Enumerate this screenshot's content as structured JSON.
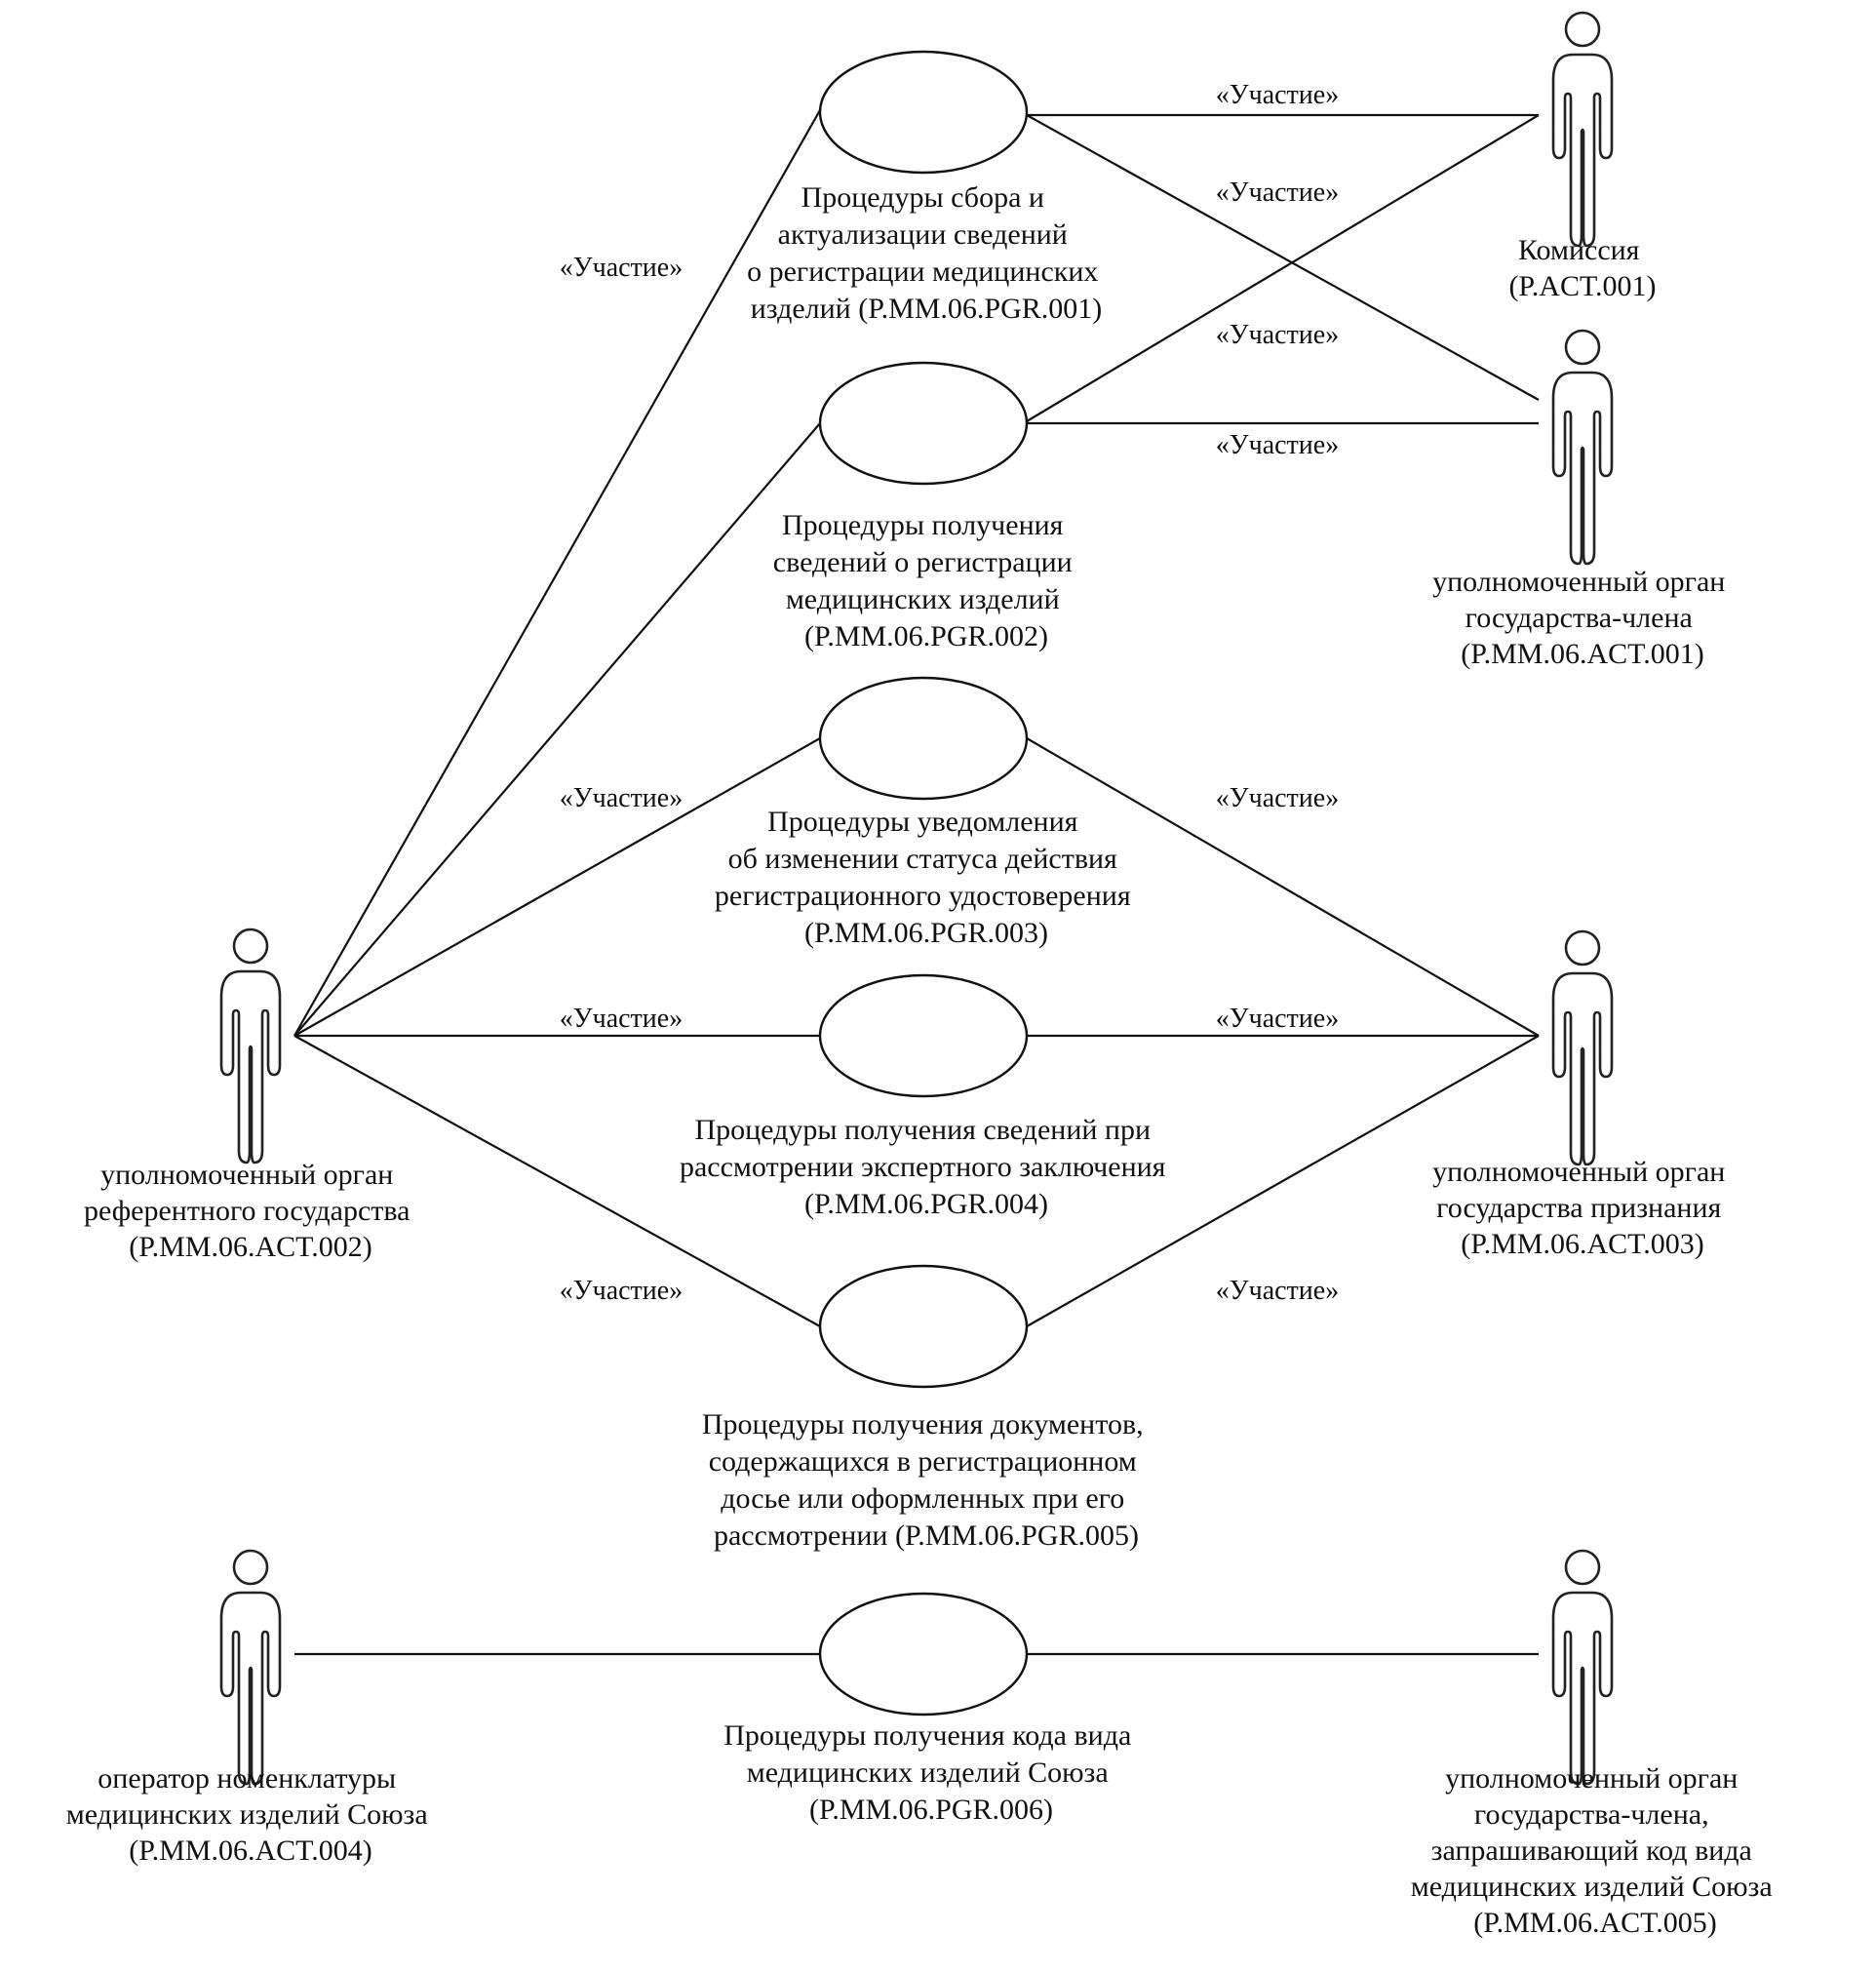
{
  "diagram": {
    "type": "uml-use-case",
    "stereotype": "«Участие»",
    "use_cases": [
      {
        "id": "uc1",
        "lines": [
          "Процедуры сбора и",
          "актуализации сведений",
          "о регистрации медицинских",
          "изделий (P.MM.06.PGR.001)"
        ]
      },
      {
        "id": "uc2",
        "lines": [
          "Процедуры получения",
          "сведений о регистрации",
          "медицинских изделий",
          "(P.MM.06.PGR.002)"
        ]
      },
      {
        "id": "uc3",
        "lines": [
          "Процедуры уведомления",
          "об изменении статуса действия",
          "регистрационного удостоверения",
          "(P.MM.06.PGR.003)"
        ]
      },
      {
        "id": "uc4",
        "lines": [
          "Процедуры получения сведений при",
          "рассмотрении экспертного заключения",
          "(P.MM.06.PGR.004)"
        ]
      },
      {
        "id": "uc5",
        "lines": [
          "Процедуры получения документов,",
          "содержащихся в регистрационном",
          "досье или оформленных при его",
          "рассмотрении (P.MM.06.PGR.005)"
        ]
      },
      {
        "id": "uc6",
        "lines": [
          "Процедуры получения кода вида",
          "медицинских изделий Союза",
          "(P.MM.06.PGR.006)"
        ]
      }
    ],
    "actors": [
      {
        "id": "a1",
        "lines": [
          "Комиссия",
          "(P.ACT.001)"
        ]
      },
      {
        "id": "a2",
        "lines": [
          "уполномоченный орган",
          "государства-члена",
          "(P.MM.06.ACT.001)"
        ]
      },
      {
        "id": "a3",
        "lines": [
          "уполномоченный орган",
          "референтного государства",
          "(P.MM.06.ACT.002)"
        ]
      },
      {
        "id": "a4",
        "lines": [
          "уполномоченный орган",
          "государства признания",
          "(P.MM.06.ACT.003)"
        ]
      },
      {
        "id": "a5",
        "lines": [
          "оператор номенклатуры",
          "медицинских изделий Союза",
          "(P.MM.06.ACT.004)"
        ]
      },
      {
        "id": "a6",
        "lines": [
          "уполномоченный орган",
          "государства-члена,",
          "запрашивающий код вида",
          "медицинских изделий Союза",
          "(P.MM.06.ACT.005)"
        ]
      }
    ],
    "associations": [
      {
        "from": "a3",
        "to": "uc1",
        "stereotype": "«Участие»"
      },
      {
        "from": "a3",
        "to": "uc2",
        "stereotype": ""
      },
      {
        "from": "a3",
        "to": "uc3",
        "stereotype": "«Участие»"
      },
      {
        "from": "a3",
        "to": "uc4",
        "stereotype": "«Участие»"
      },
      {
        "from": "a3",
        "to": "uc5",
        "stereotype": "«Участие»"
      },
      {
        "from": "uc1",
        "to": "a1",
        "stereotype": "«Участие»"
      },
      {
        "from": "uc1",
        "to": "a2",
        "stereotype": "«Участие»"
      },
      {
        "from": "uc2",
        "to": "a1",
        "stereotype": "«Участие»"
      },
      {
        "from": "uc2",
        "to": "a2",
        "stereotype": "«Участие»"
      },
      {
        "from": "uc3",
        "to": "a4",
        "stereotype": "«Участие»"
      },
      {
        "from": "uc4",
        "to": "a4",
        "stereotype": "«Участие»"
      },
      {
        "from": "uc5",
        "to": "a4",
        "stereotype": "«Участие»"
      },
      {
        "from": "a5",
        "to": "uc6",
        "stereotype": ""
      },
      {
        "from": "uc6",
        "to": "a6",
        "stereotype": ""
      }
    ]
  }
}
